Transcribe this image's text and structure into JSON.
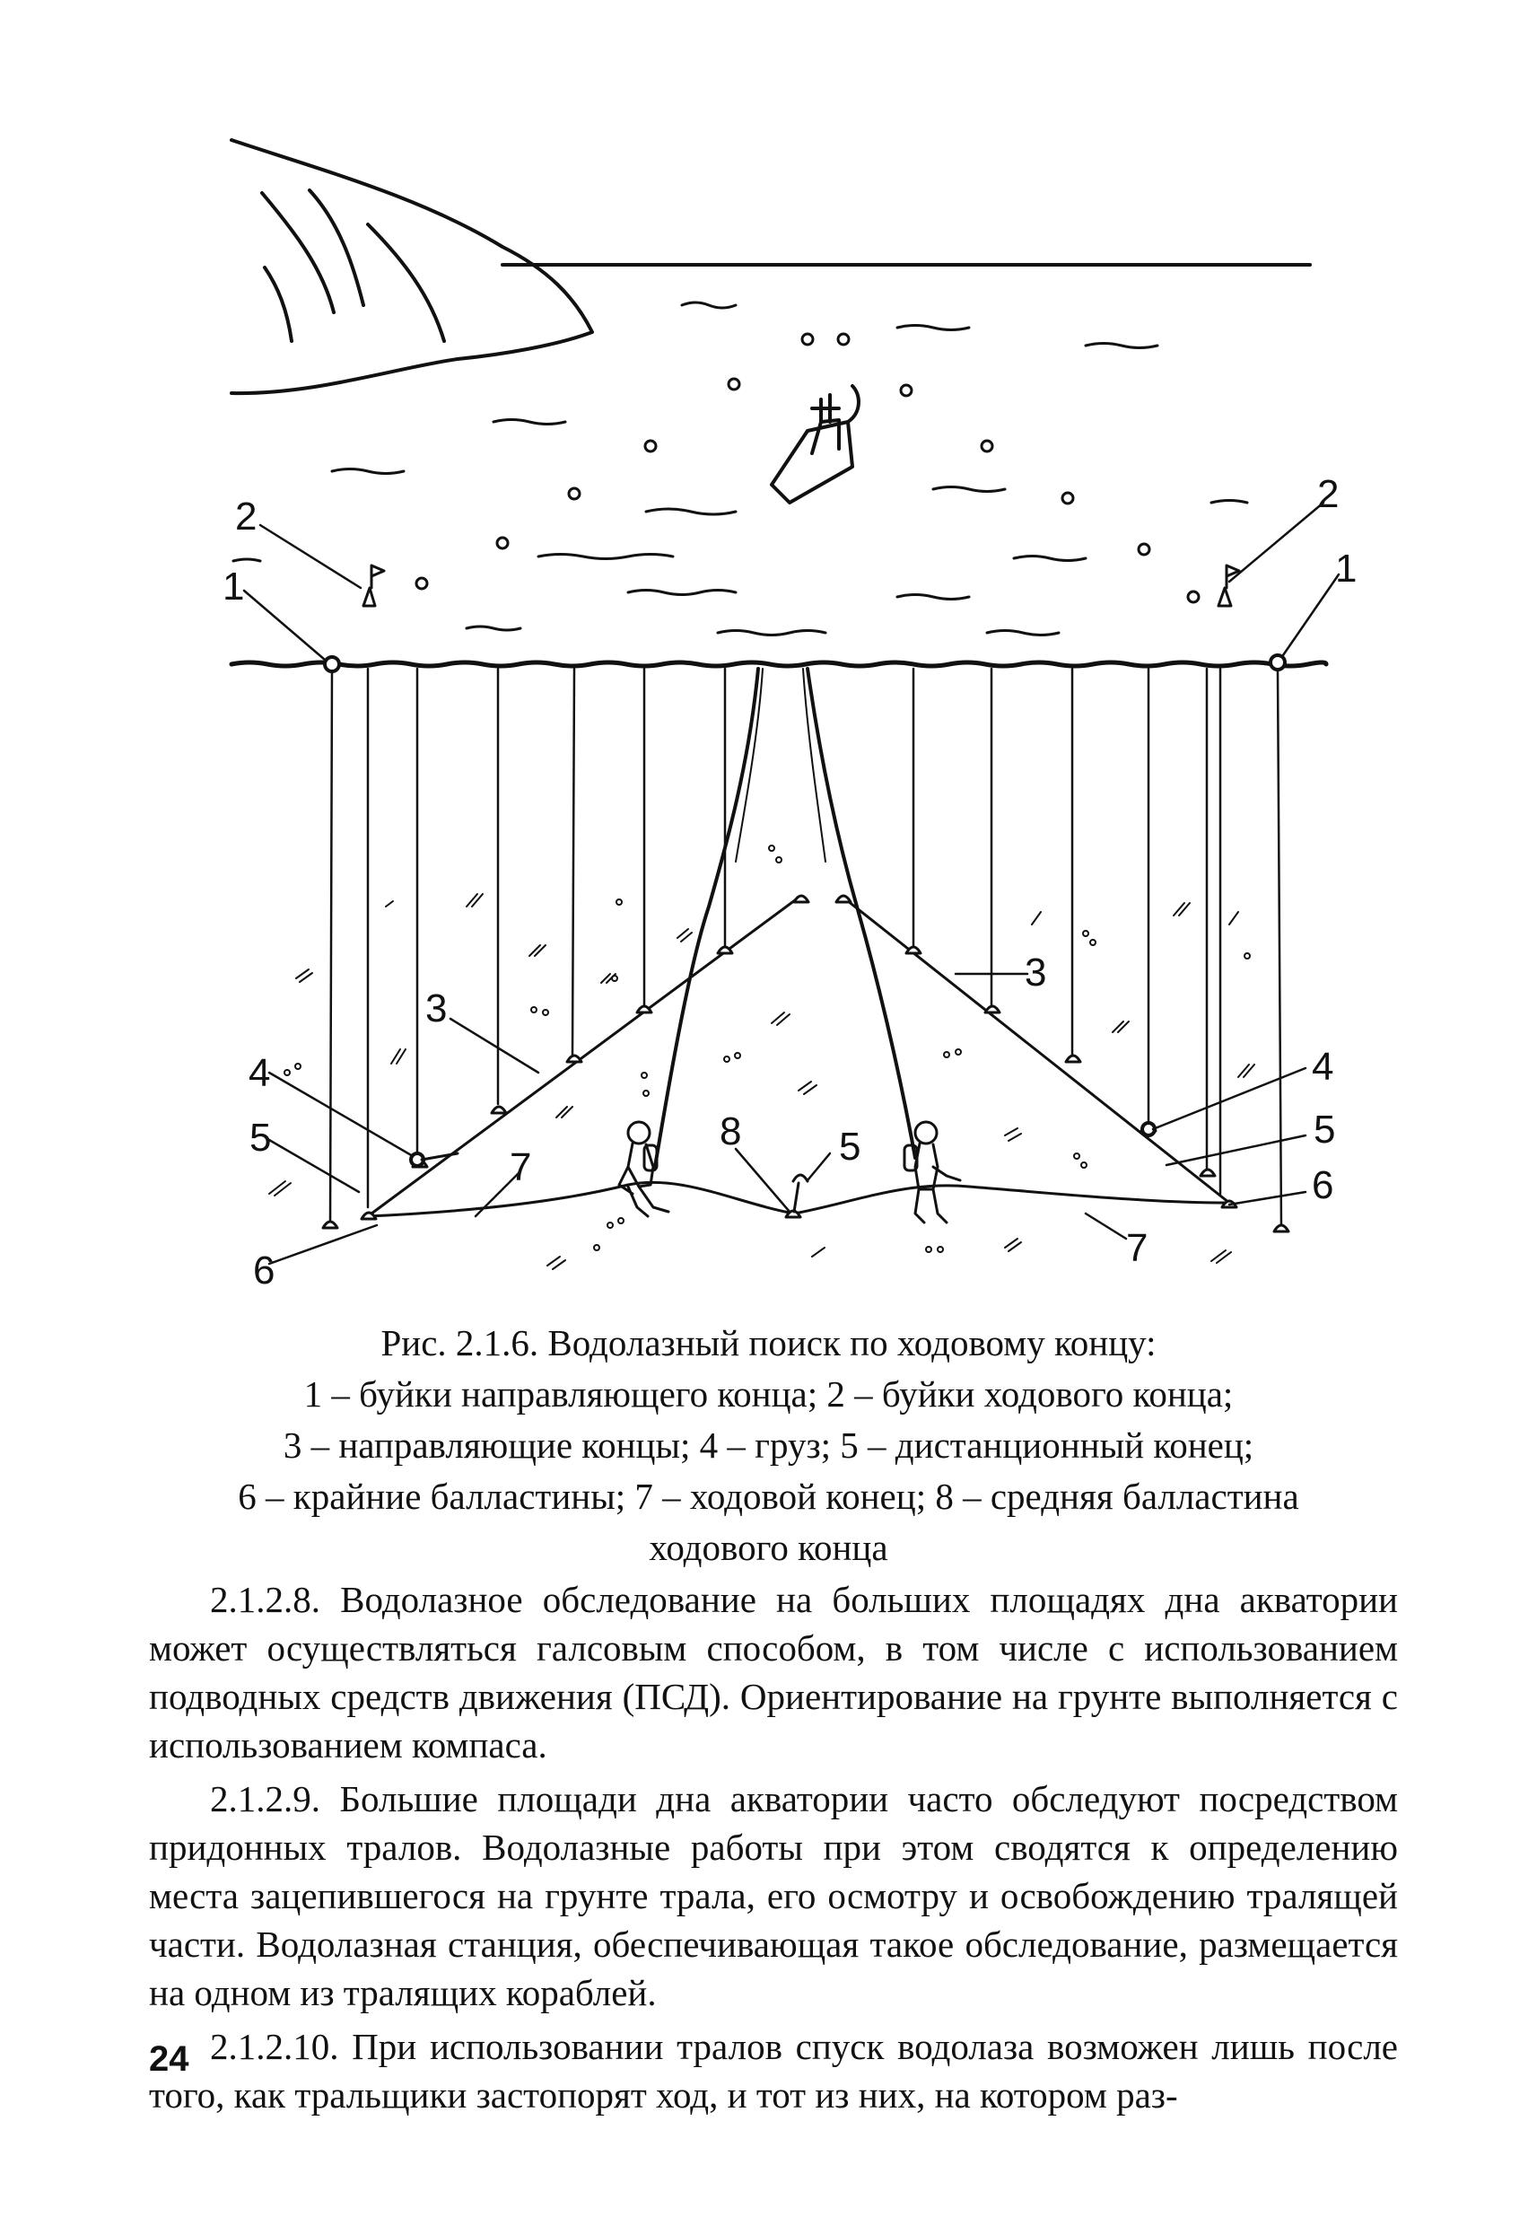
{
  "figure": {
    "callouts": [
      "1",
      "2",
      "3",
      "4",
      "5",
      "6",
      "7",
      "8"
    ],
    "caption_lines": [
      "Рис. 2.1.6. Водолазный поиск по ходовому концу:",
      "1 – буйки направляющего конца; 2 – буйки ходового конца;",
      "3 – направляющие концы; 4 – груз; 5 – дистанционный конец;",
      "6 – крайние балластины; 7 – ходовой конец; 8 – средняя балластина",
      "ходового конца"
    ]
  },
  "paragraphs": [
    "2.1.2.8. Водолазное обследование на больших площадях дна акватории может осуществляться галсовым способом, в том числе с использованием подводных средств движения (ПСД). Ориентирование на грунте выполняется с использованием компаса.",
    "2.1.2.9. Большие площади дна акватории часто обследуют посредством придонных тралов. Водолазные работы при этом сводятся к определению места зацепившегося на грунте трала, его осмотру и освобождению тралящей части. Водолазная станция, обеспечивающая такое обследование, размещается на одном из тралящих кораблей.",
    "2.1.2.10. При использовании тралов спуск водолаза возможен лишь после того, как тральщики застопорят ход, и тот из них, на котором раз-"
  ],
  "page_number": "24"
}
